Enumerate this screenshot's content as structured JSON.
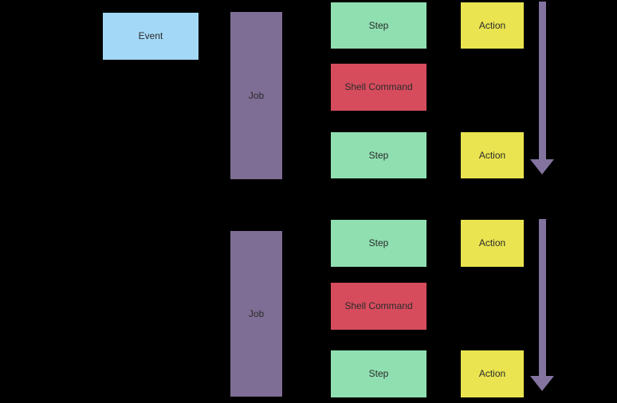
{
  "diagram": {
    "background_color": "#000000",
    "text_color": "#2b2b2b",
    "colors": {
      "event": "#a3d9f7",
      "job": "#7e6d94",
      "step": "#8fdfb1",
      "shell_command": "#d64c5d",
      "action": "#e9e44f",
      "arrow": "#83739f"
    },
    "nodes": {
      "event": {
        "label": "Event"
      },
      "job1": {
        "label": "Job"
      },
      "step1": {
        "label": "Step"
      },
      "shell1": {
        "label": "Shell Command"
      },
      "step2": {
        "label": "Step"
      },
      "action1": {
        "label": "Action"
      },
      "action2": {
        "label": "Action"
      },
      "job2": {
        "label": "Job"
      },
      "step3": {
        "label": "Step"
      },
      "shell2": {
        "label": "Shell Command"
      },
      "step4": {
        "label": "Step"
      },
      "action3": {
        "label": "Action"
      },
      "action4": {
        "label": "Action"
      }
    },
    "arrows": {
      "top": {
        "direction": "down"
      },
      "bottom": {
        "direction": "down"
      }
    }
  }
}
